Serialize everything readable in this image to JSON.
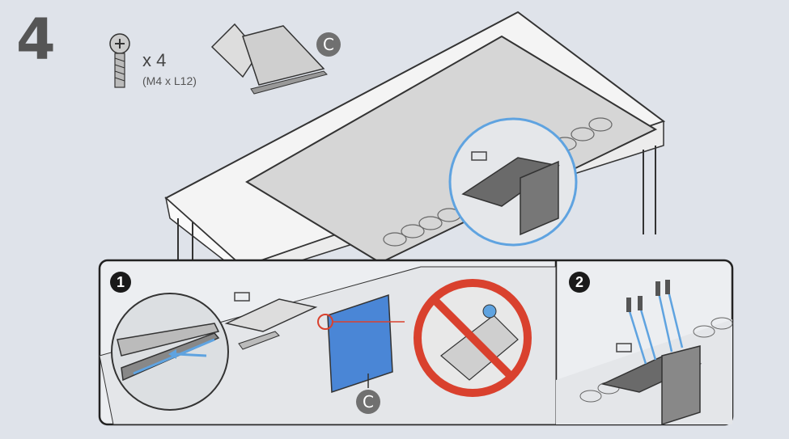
{
  "step": {
    "number": "4"
  },
  "screw": {
    "quantity": "x 4",
    "spec": "(M4 x L12)",
    "icon": "screw-icon"
  },
  "part": {
    "label": "C"
  },
  "panels": [
    {
      "number": "1"
    },
    {
      "number": "2"
    }
  ],
  "colors": {
    "background": "#dfe3ea",
    "highlight_blue": "#5fa3e0",
    "prohibition_red": "#d9412e",
    "stand_gray": "#8a8a8a"
  }
}
